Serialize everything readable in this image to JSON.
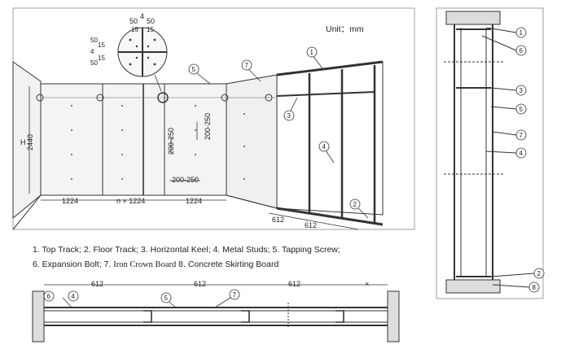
{
  "unit_label": "Unit：mm",
  "dimensions": {
    "bolt_pitch": "50",
    "bolt_edge": "15",
    "bolt_dia": "4",
    "wall_height_sym": "H",
    "wall_height": "2440",
    "board_width": "1224",
    "board_width_multi": "n × 1224",
    "screw_spacing": "200-250",
    "stud_spacing": "612",
    "repeat_mark": "×"
  },
  "callouts": [
    "1",
    "2",
    "3",
    "4",
    "5",
    "6",
    "7",
    "8"
  ],
  "legend": {
    "line1": "1. Top Track;  2. Floor Track;  3. Horizontal Keel;  4. Metal Studs;  5. Tapping Screw;",
    "line2_a": "6. Expansion Bolt;  7. ",
    "line2_b": "Iron Crown Board",
    "line2_c": "  8. Concrete Skirting Board"
  }
}
